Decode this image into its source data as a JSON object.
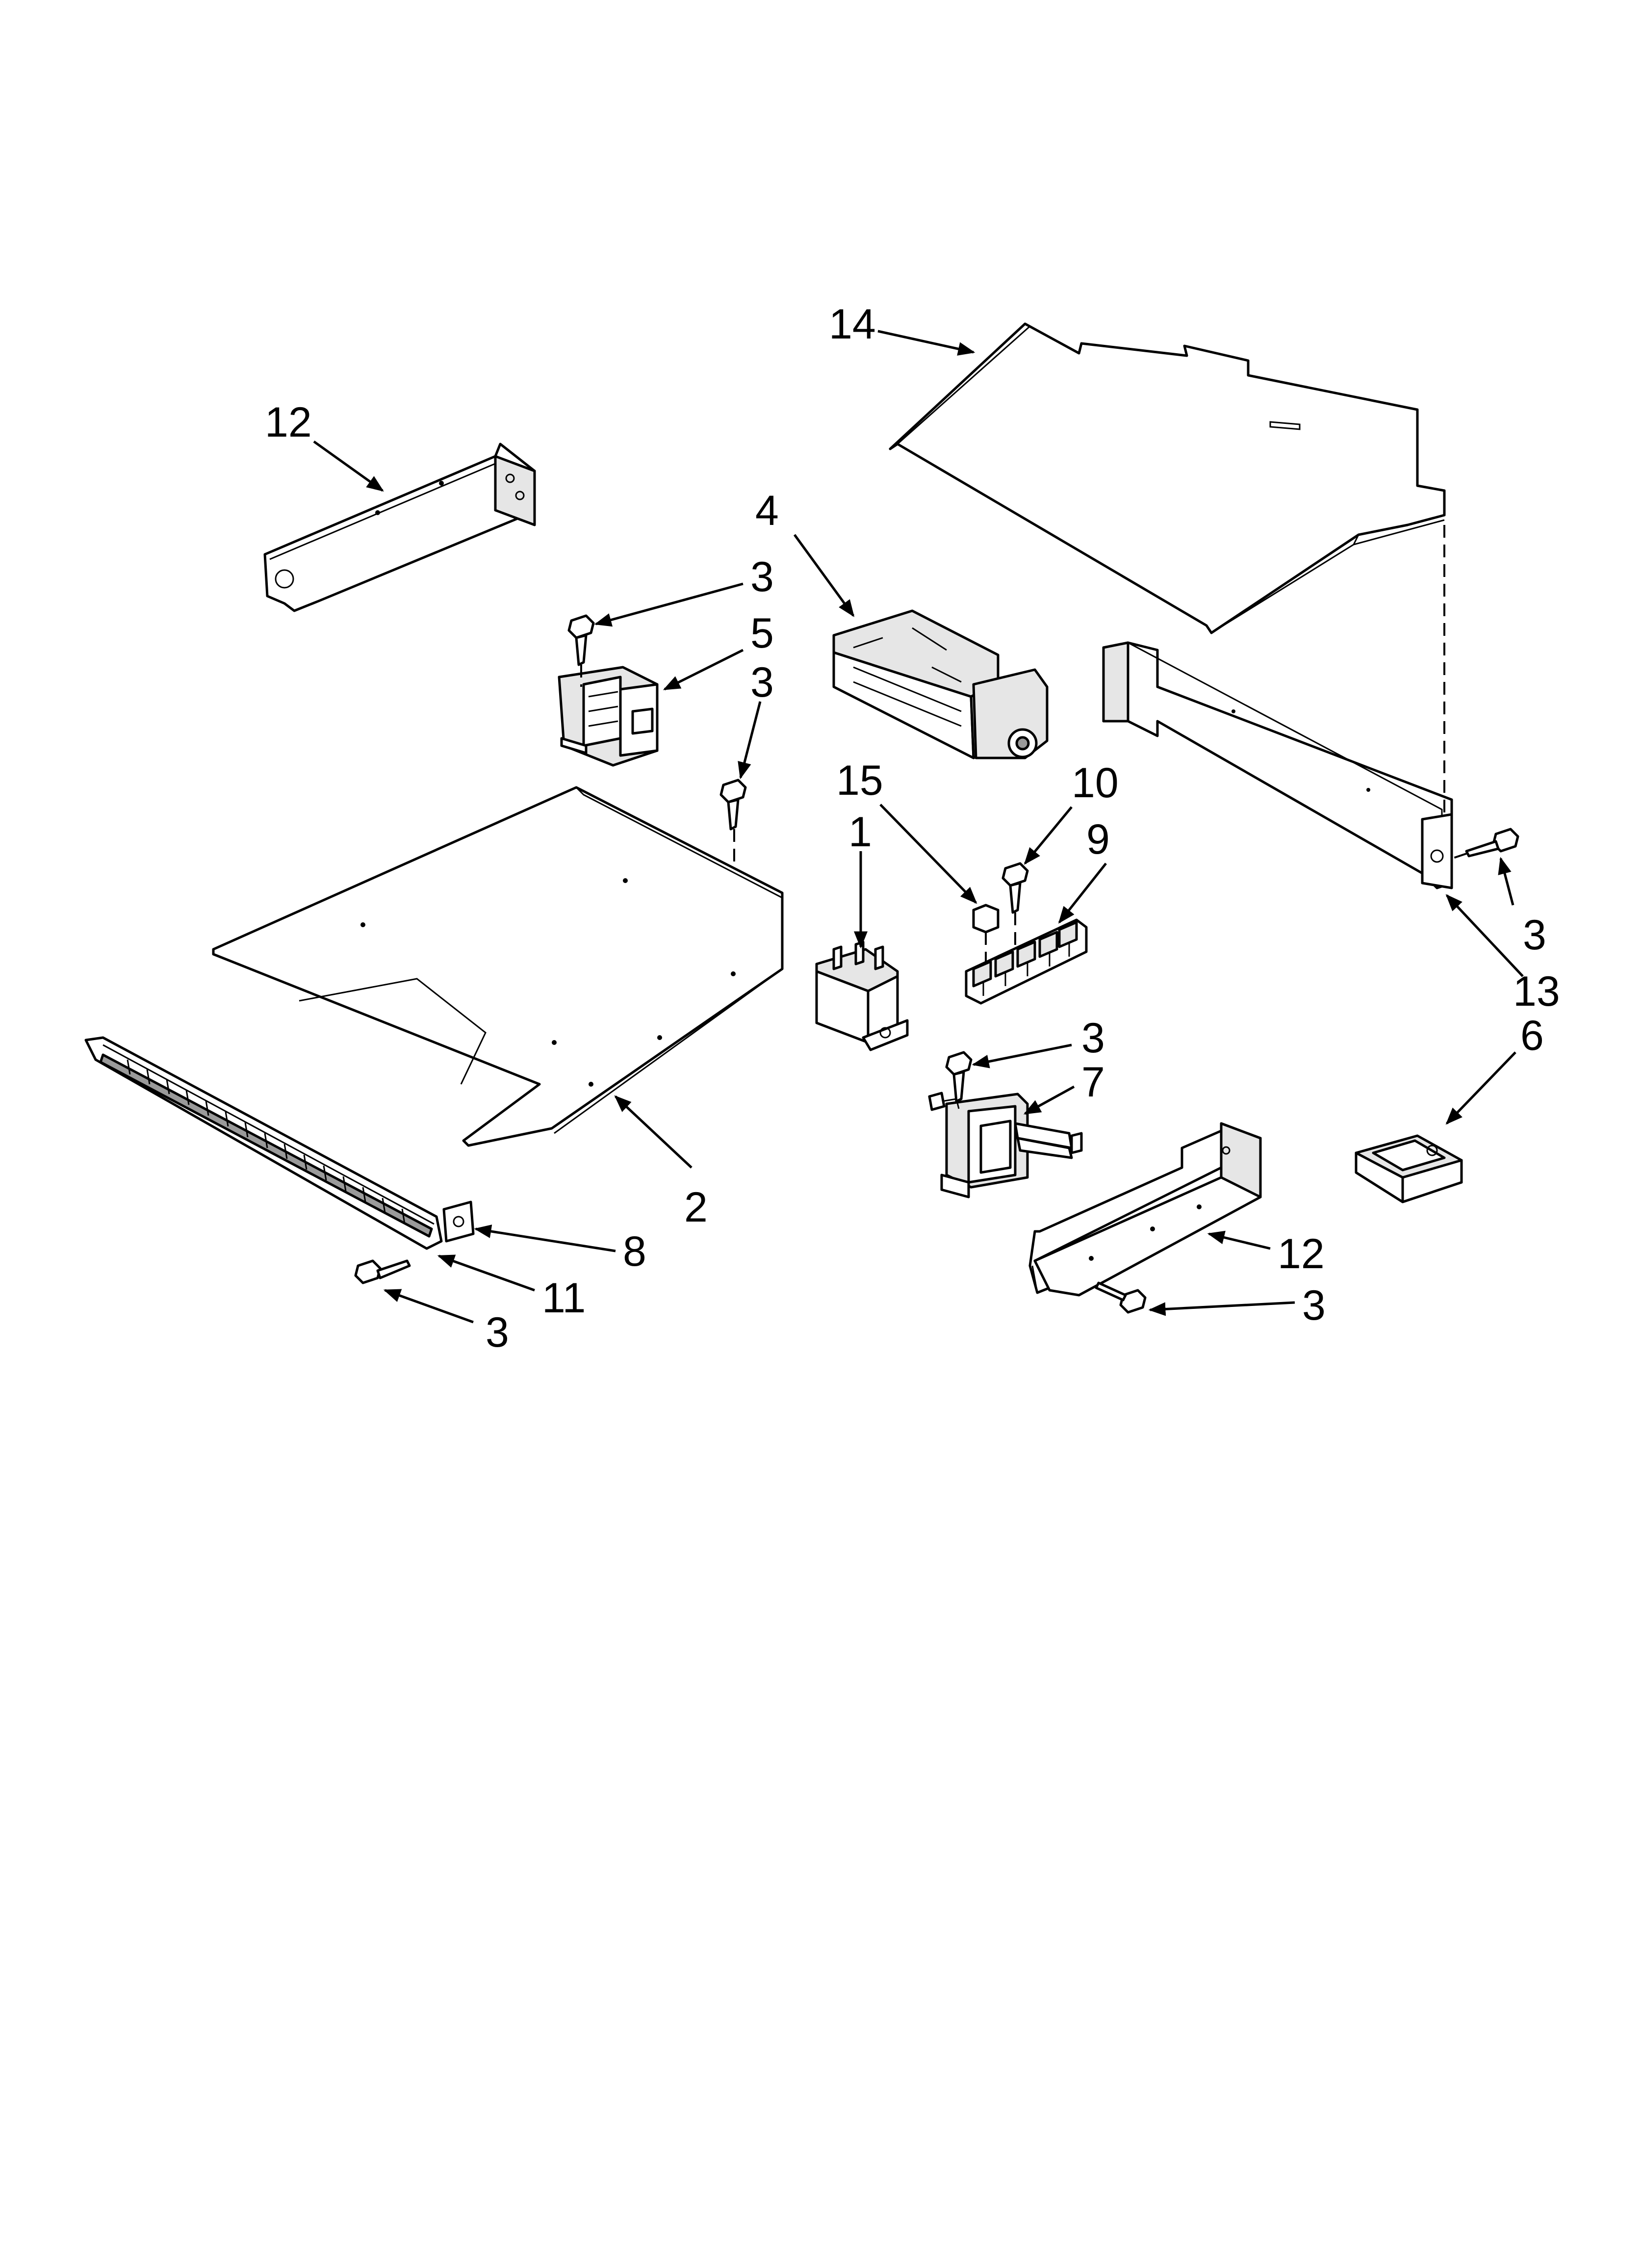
{
  "callouts": {
    "c1": "1",
    "c2": "2",
    "c3a": "3",
    "c3b": "3",
    "c3c": "3",
    "c3d": "3",
    "c3e": "3",
    "c3f": "3",
    "c4": "4",
    "c5": "5",
    "c6": "6",
    "c7": "7",
    "c8": "8",
    "c9": "9",
    "c10": "10",
    "c11": "11",
    "c12a": "12",
    "c12b": "12",
    "c13": "13",
    "c14": "14",
    "c15": "15"
  }
}
